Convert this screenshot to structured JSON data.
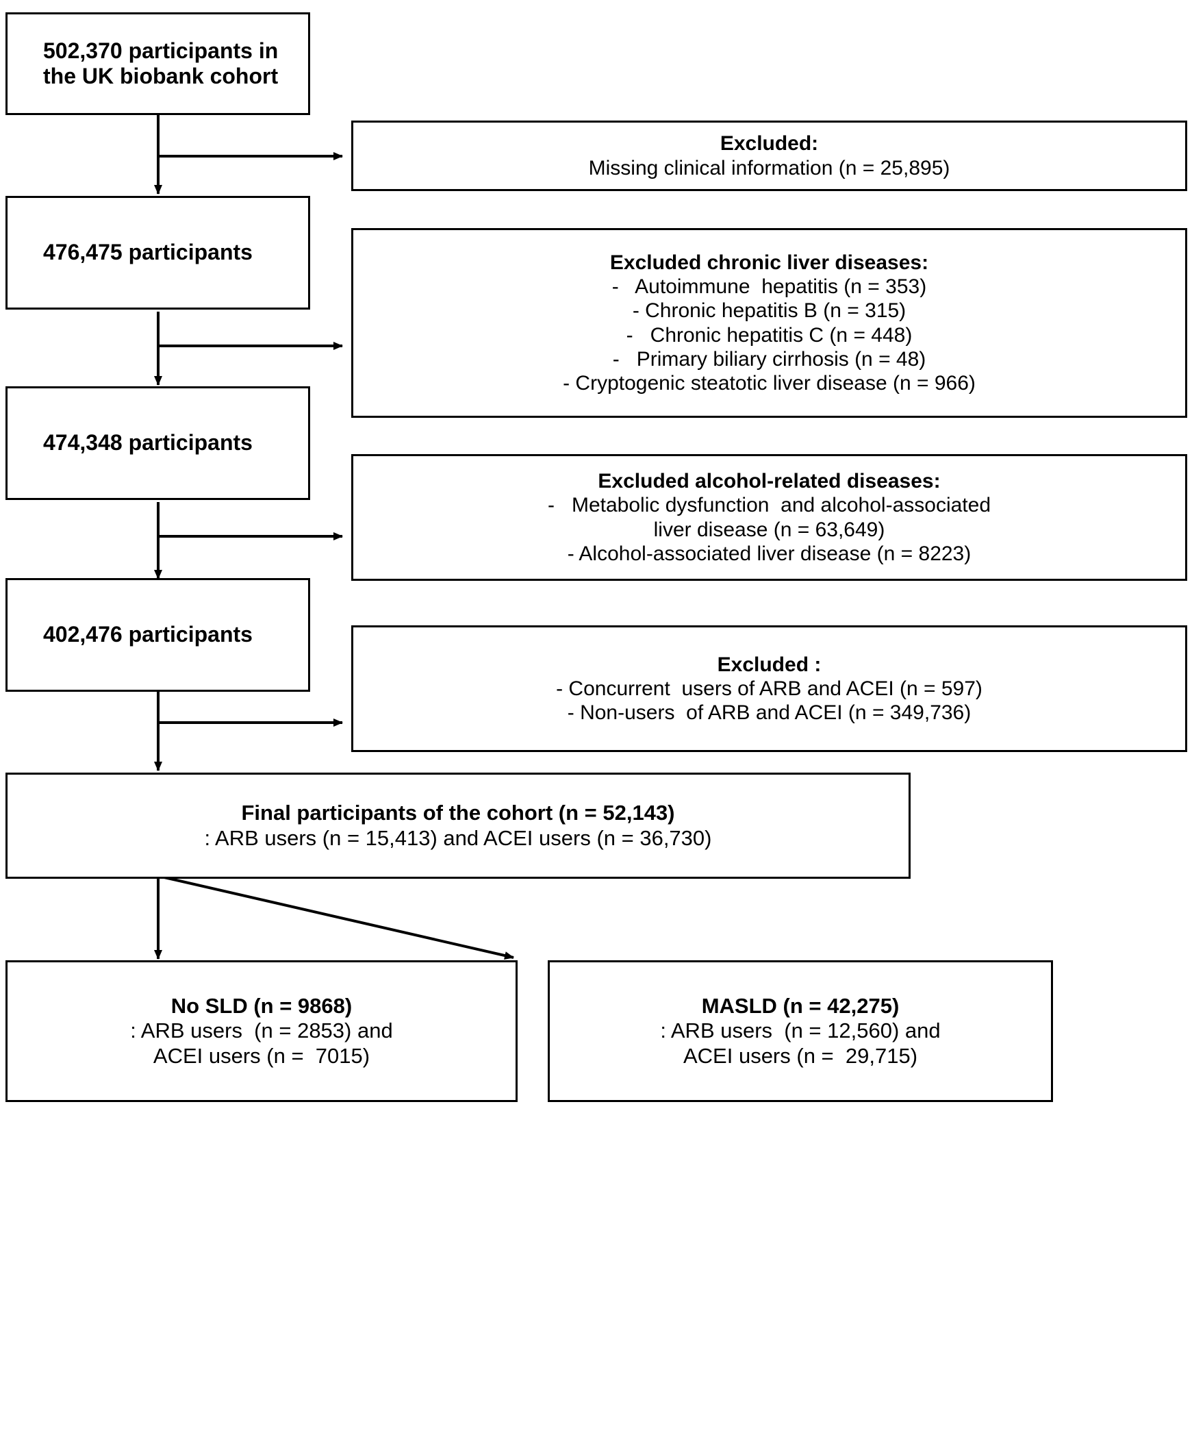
{
  "figure": {
    "type": "flowchart",
    "title": "Study participant selection flow diagram",
    "colors": {
      "background": "#ffffff",
      "stroke": "#000000",
      "text": "#000000"
    }
  },
  "nodes": {
    "cohort_start": {
      "lines": [
        "502,370 participants in",
        "the UK biobank cohort"
      ]
    },
    "excluded_missing": {
      "heading": "Excluded:",
      "lines": [
        "Missing clinical information (n = 25,895)"
      ]
    },
    "participants_476": {
      "lines": [
        "476,475 participants"
      ]
    },
    "excluded_chronic_liver": {
      "heading": "Excluded chronic liver diseases:",
      "lines": [
        "-   Autoimmune  hepatitis (n = 353)",
        "- Chronic hepatitis B (n = 315)",
        "-   Chronic hepatitis C (n = 448)",
        "-   Primary biliary cirrhosis (n = 48)",
        "- Cryptogenic steatotic liver disease (n = 966)"
      ]
    },
    "participants_474": {
      "lines": [
        "474,348 participants"
      ]
    },
    "excluded_alcohol": {
      "heading": "Excluded alcohol-related diseases:",
      "lines": [
        "-   Metabolic dysfunction  and alcohol-associated",
        "liver disease (n = 63,649)",
        "- Alcohol-associated liver disease (n = 8223)"
      ]
    },
    "participants_402": {
      "lines": [
        "402,476 participants"
      ]
    },
    "excluded_arb_acei": {
      "heading": "Excluded :",
      "lines": [
        "- Concurrent  users of ARB and ACEI (n = 597)",
        "- Non-users  of ARB and ACEI (n = 349,736)"
      ]
    },
    "final_cohort": {
      "heading": "Final participants of the cohort (n = 52,143)",
      "lines": [
        ": ARB users (n = 15,413) and ACEI users (n = 36,730)"
      ]
    },
    "no_sld": {
      "heading": "No SLD (n = 9868)",
      "lines": [
        ": ARB users  (n = 2853) and",
        "ACEI users (n =  7015)"
      ]
    },
    "masld": {
      "heading": "MASLD (n = 42,275)",
      "lines": [
        ": ARB users  (n = 12,560) and",
        "ACEI users (n =  29,715)"
      ]
    }
  }
}
